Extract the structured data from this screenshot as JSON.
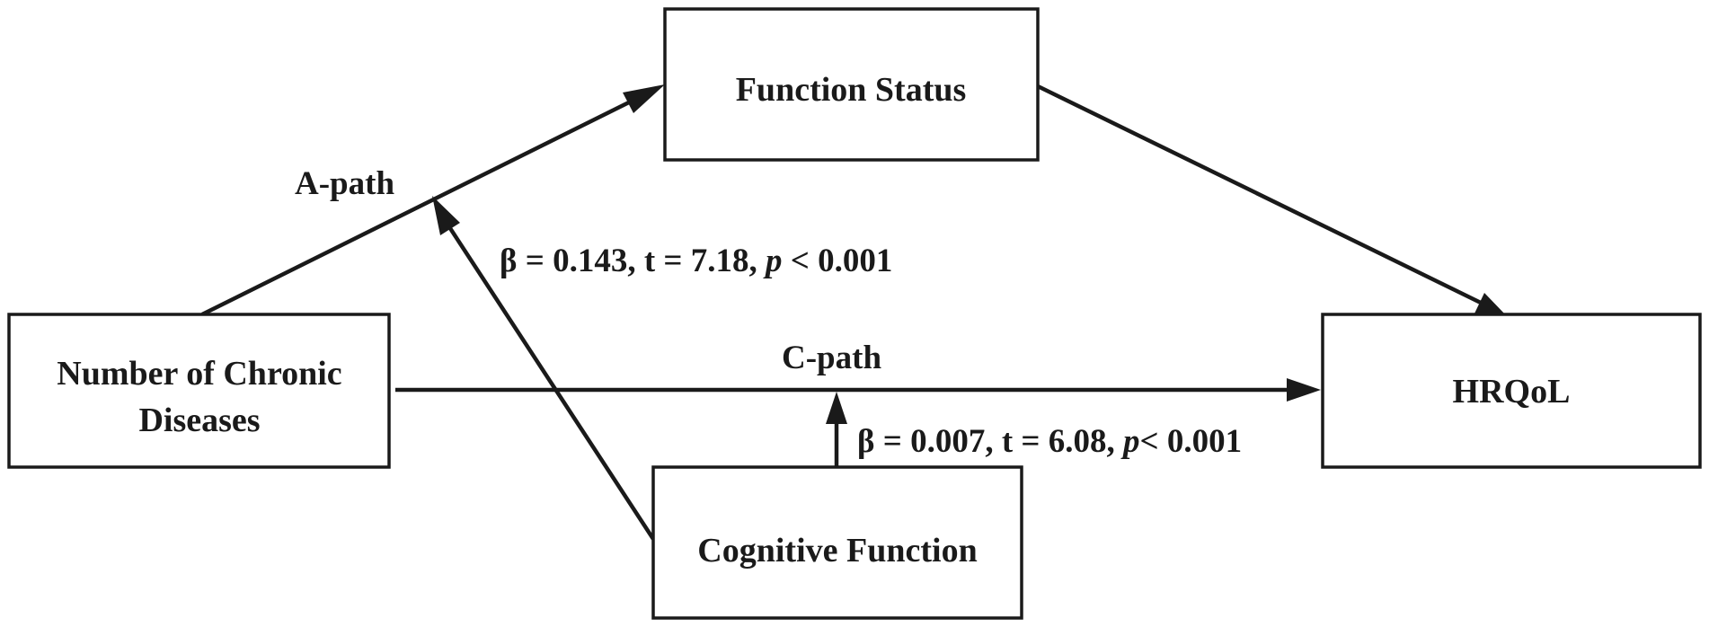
{
  "nodes": {
    "function_status": {
      "label": "Function Status"
    },
    "chronic_diseases": {
      "label_line1": "Number of Chronic",
      "label_line2": "Diseases"
    },
    "hrqol": {
      "label": "HRQoL"
    },
    "cognitive_function": {
      "label": "Cognitive Function"
    }
  },
  "paths": {
    "a_path": {
      "label": "A-path",
      "beta": "β = 0.143, t = 7.18, ",
      "p_symbol": "p",
      "p_value": " < 0.001"
    },
    "c_path": {
      "label": "C-path",
      "beta": "β = 0.007, t = 6.08, ",
      "p_symbol": "p",
      "p_value": "< 0.001"
    }
  },
  "colors": {
    "stroke": "#1a1a1a",
    "background": "#ffffff"
  }
}
